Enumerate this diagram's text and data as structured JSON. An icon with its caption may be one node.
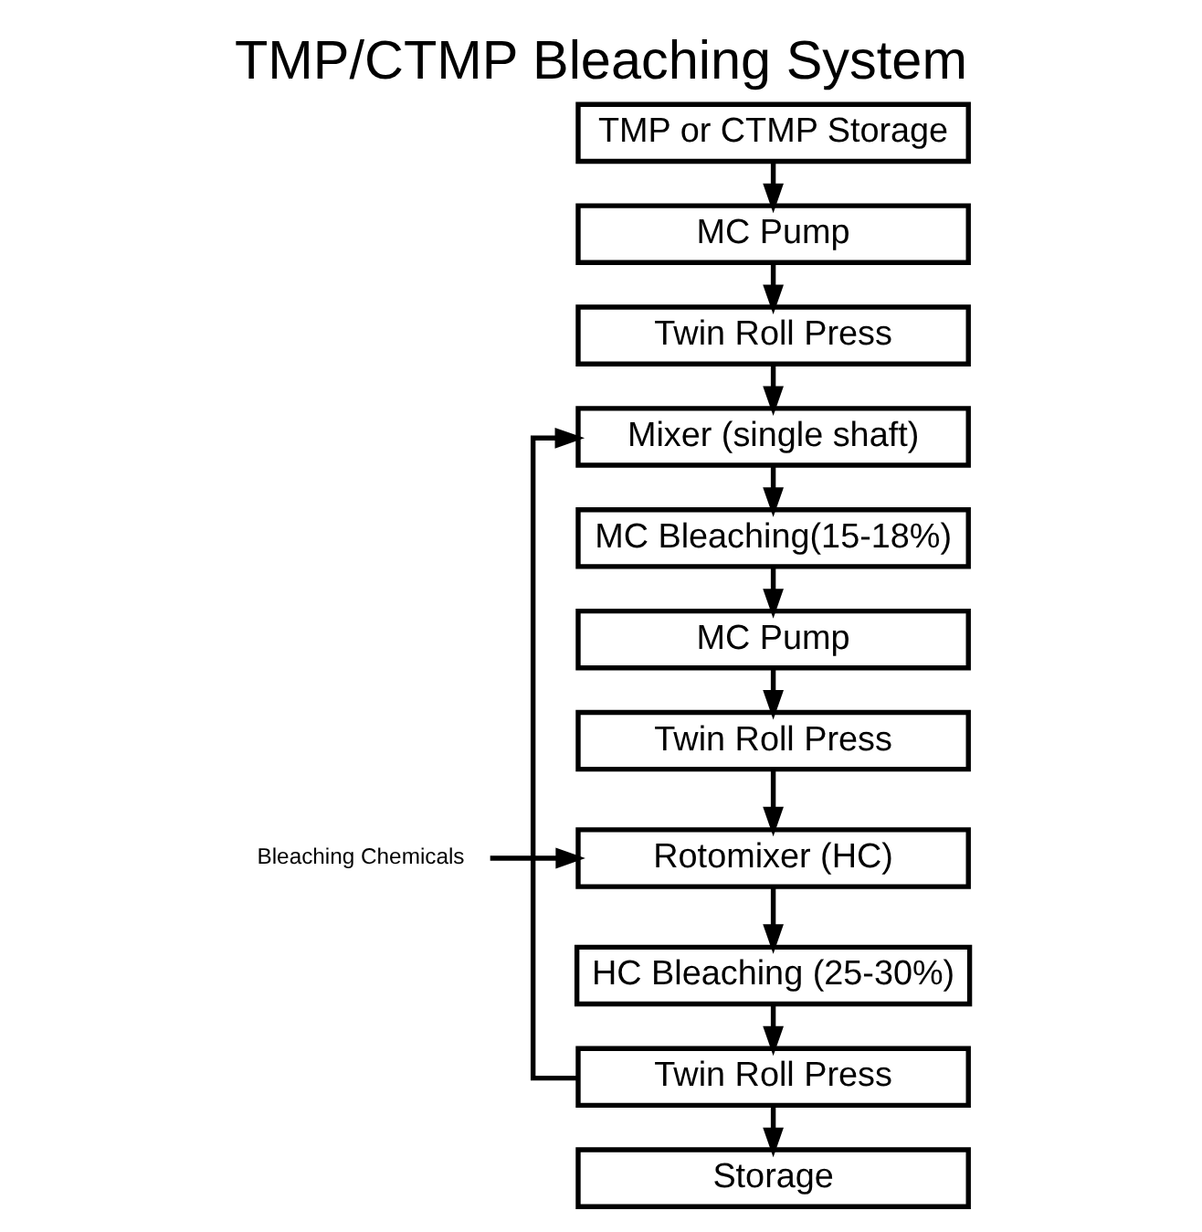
{
  "diagram": {
    "title": "TMP/CTMP Bleaching System",
    "nodes": [
      {
        "text": [
          "TMP or CTMP Storage"
        ]
      },
      {
        "text": [
          "MC Pump"
        ]
      },
      {
        "text": [
          "Twin Roll Press"
        ]
      },
      {
        "text": [
          "Mixer (single shaft)"
        ]
      },
      {
        "text": [
          "MC Bleaching(15-18%)"
        ]
      },
      {
        "text": [
          "MC Pump"
        ]
      },
      {
        "text": [
          "Twin Roll Press"
        ]
      },
      {
        "text": [
          "Bleaching Chemicals"
        ]
      },
      {
        "text": [
          "Rotomixer (HC)"
        ]
      },
      {
        "text": [
          "HC Bleaching (25-30%)"
        ]
      },
      {
        "text": [
          "Twin Roll Press"
        ]
      },
      {
        "text": [
          "Storage"
        ]
      }
    ],
    "edges": [
      {
        "from": 0,
        "to": 1,
        "arrow": "to"
      },
      {
        "from": 1,
        "to": 2,
        "arrow": "to"
      },
      {
        "from": 2,
        "to": 3,
        "arrow": "to"
      },
      {
        "from": 3,
        "to": 4,
        "arrow": "to"
      },
      {
        "from": 4,
        "to": 5,
        "arrow": "to"
      },
      {
        "from": 5,
        "to": 6,
        "arrow": "to"
      },
      {
        "from": 6,
        "to": 8,
        "arrow": "to"
      },
      {
        "from": 7,
        "to": 8,
        "arrow": "to"
      },
      {
        "from": 8,
        "to": 9,
        "arrow": "to"
      },
      {
        "from": 9,
        "to": 10,
        "arrow": "to"
      },
      {
        "from": 10,
        "to": 11,
        "arrow": "to"
      },
      {
        "from": 10,
        "to": 3,
        "arrow": "to"
      }
    ]
  }
}
